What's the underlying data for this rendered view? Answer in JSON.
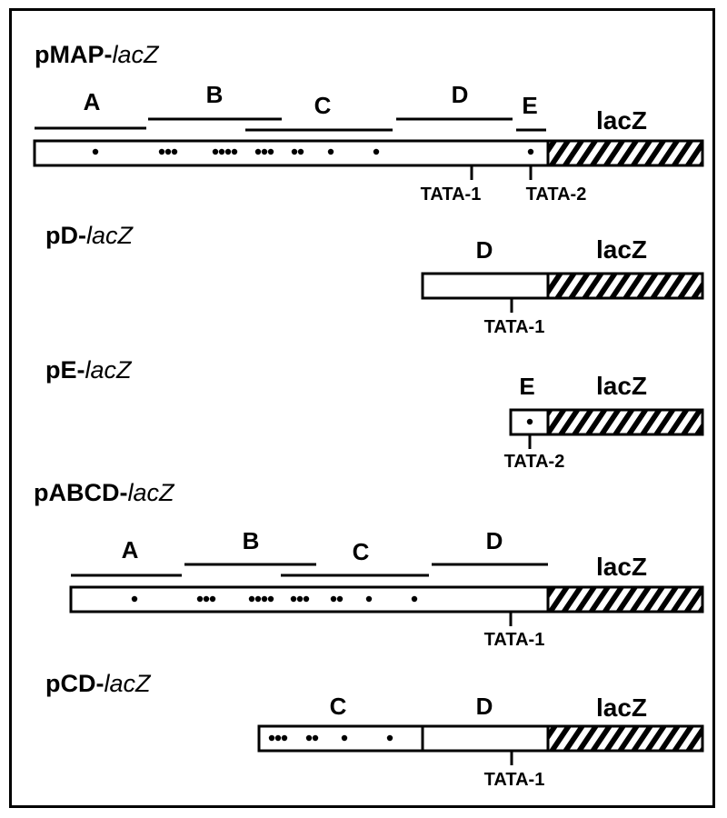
{
  "colors": {
    "ink": "#000000",
    "paper": "#ffffff"
  },
  "constructs": [
    {
      "name_prefix": "pMAP-",
      "name_suffix": "lacZ",
      "segments": [
        "A",
        "B",
        "C",
        "D",
        "E"
      ],
      "reporter": "lacZ",
      "tata_labels": [
        "TATA-1",
        "TATA-2"
      ]
    },
    {
      "name_prefix": "pD-",
      "name_suffix": "lacZ",
      "segments": [
        "D"
      ],
      "reporter": "lacZ",
      "tata_labels": [
        "TATA-1"
      ]
    },
    {
      "name_prefix": "pE-",
      "name_suffix": "lacZ",
      "segments": [
        "E"
      ],
      "reporter": "lacZ",
      "tata_labels": [
        "TATA-2"
      ]
    },
    {
      "name_prefix": "pABCD-",
      "name_suffix": "lacZ",
      "segments": [
        "A",
        "B",
        "C",
        "D"
      ],
      "reporter": "lacZ",
      "tata_labels": [
        "TATA-1"
      ]
    },
    {
      "name_prefix": "pCD-",
      "name_suffix": "lacZ",
      "segments": [
        "C",
        "D"
      ],
      "reporter": "lacZ",
      "tata_labels": [
        "TATA-1"
      ]
    }
  ]
}
